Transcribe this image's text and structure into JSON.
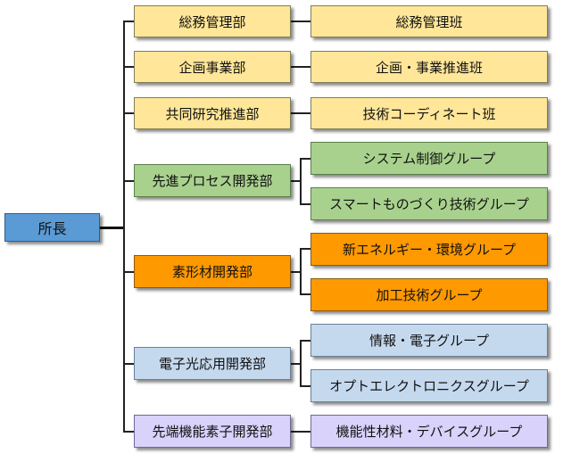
{
  "root": {
    "label": "所長"
  },
  "departments": [
    {
      "label": "総務管理部",
      "color": "#ffe699",
      "units": [
        "総務管理班"
      ]
    },
    {
      "label": "企画事業部",
      "color": "#ffe699",
      "units": [
        "企画・事業推進班"
      ]
    },
    {
      "label": "共同研究推進部",
      "color": "#ffe699",
      "units": [
        "技術コーディネート班"
      ]
    },
    {
      "label": "先進プロセス開発部",
      "color": "#a9d18e",
      "units": [
        "システム制御グループ",
        "スマートものづくり技術グループ"
      ]
    },
    {
      "label": "素形材開発部",
      "color": "#ff9900",
      "units": [
        "新エネルギー・環境グループ",
        "加工技術グループ"
      ]
    },
    {
      "label": "電子光応用開発部",
      "color": "#c5d9ee",
      "units": [
        "情報・電子グループ",
        "オプトエレクトロニクスグループ"
      ]
    },
    {
      "label": "先端機能素子開発部",
      "color": "#d9d2fb",
      "units": [
        "機能性材料・デバイスグループ"
      ]
    }
  ]
}
